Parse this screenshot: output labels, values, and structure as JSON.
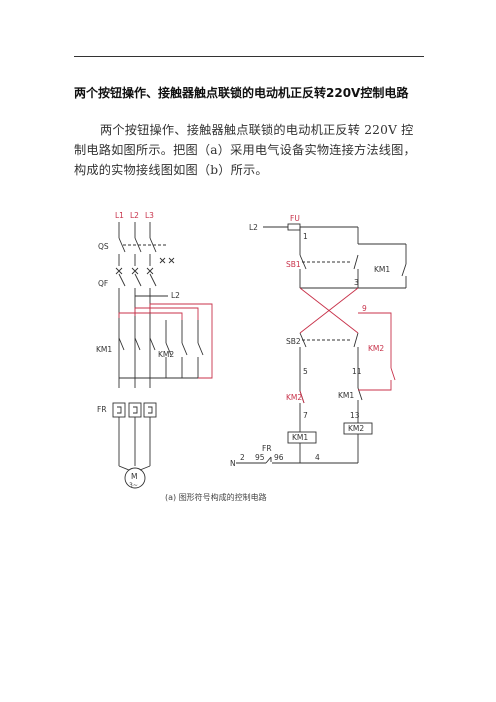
{
  "header": {
    "title": "两个按钮操作、接触器触点联锁的电动机正反转220V控制电路"
  },
  "body": {
    "paragraph": "两个按钮操作、接触器触点联锁的电动机正反转 220V 控制电路如图所示。把图（a）采用电气设备实物连接方法线图，构成的实物接线图如图（b）所示。"
  },
  "figure": {
    "caption": "(a) 图形符号构成的控制电路",
    "power": {
      "phases": [
        "L1",
        "L2",
        "L3"
      ],
      "qs": "QS",
      "qf": "QF",
      "l2_tap": "L2",
      "km1": "KM1",
      "km2": "KM2",
      "fr": "FR",
      "motor": "M",
      "motor_sub": "3~"
    },
    "control": {
      "l2": "L2",
      "fu": "FU",
      "n1": "1",
      "sb1": "SB1",
      "km1_hold": "KM1",
      "n3": "3",
      "n9": "9",
      "sb2": "SB2",
      "km2_hold": "KM2",
      "n5": "5",
      "n11": "11",
      "km2_il": "KM2",
      "km1_il": "KM1",
      "n7": "7",
      "n13": "13",
      "km1_coil": "KM1",
      "km2_coil": "KM2",
      "n": "N",
      "n2": "2",
      "n95": "95",
      "n96": "96",
      "n4": "4",
      "fr": "FR"
    }
  },
  "colors": {
    "accent_red": "#c8324a",
    "wire": "#333333"
  }
}
